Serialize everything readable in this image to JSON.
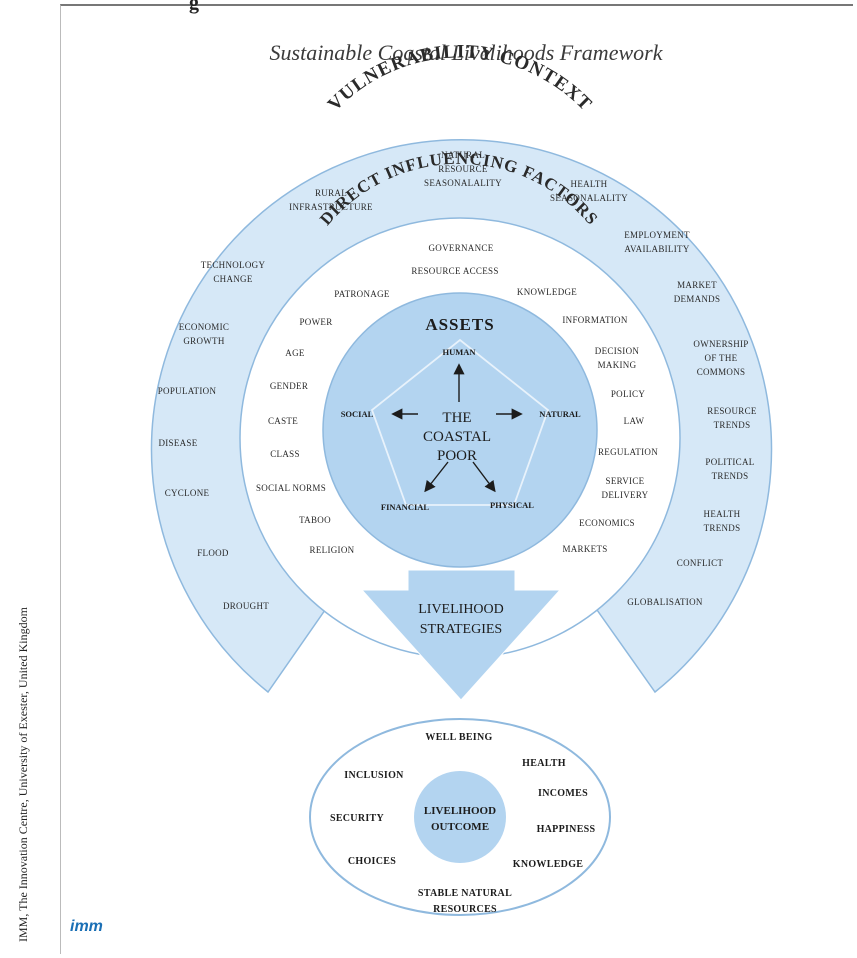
{
  "fragment_top": "g",
  "title": "Sustainable Coastal Livelihoods Framework",
  "side_caption": "IMM, The Innovation Centre, University of Exester, United Kingdom",
  "logo": "imm",
  "vulnerability": {
    "title": "VULNERABILITY CONTEXT",
    "factors": [
      "NATURAL",
      "RESOURCE",
      "SEASONALALITY",
      "RURAL",
      "INFRASTRUCTURE",
      "HEALTH",
      "SEASONALALITY",
      "EMPLOYMENT",
      "AVAILABILITY",
      "TECHNOLOGY",
      "CHANGE",
      "MARKET",
      "DEMANDS",
      "ECONOMIC",
      "GROWTH",
      "OWNERSHIP",
      "OF THE",
      "COMMONS",
      "POPULATION",
      "RESOURCE",
      "TRENDS",
      "DISEASE",
      "POLITICAL",
      "TRENDS",
      "CYCLONE",
      "HEALTH",
      "TRENDS",
      "FLOOD",
      "CONFLICT",
      "DROUGHT",
      "GLOBALISATION"
    ]
  },
  "direct": {
    "title": "DIRECT INFLUENCING FACTORS",
    "factors": [
      "GOVERNANCE",
      "RESOURCE ACCESS",
      "PATRONAGE",
      "KNOWLEDGE",
      "POWER",
      "INFORMATION",
      "AGE",
      "DECISION",
      "MAKING",
      "GENDER",
      "POLICY",
      "CASTE",
      "LAW",
      "CLASS",
      "REGULATION",
      "SOCIAL NORMS",
      "SERVICE",
      "DELIVERY",
      "TABOO",
      "ECONOMICS",
      "RELIGION",
      "MARKETS"
    ]
  },
  "assets": {
    "title": "ASSETS",
    "human": "HUMAN",
    "social": "SOCIAL",
    "natural": "NATURAL",
    "financial": "FINANCIAL",
    "physical": "PHYSICAL",
    "center": [
      "THE",
      "COASTAL",
      "POOR"
    ]
  },
  "strategies": [
    "LIVELIHOOD",
    "STRATEGIES"
  ],
  "outcome": {
    "center": [
      "LIVELIHOOD",
      "OUTCOME"
    ],
    "items": [
      "WELL BEING",
      "INCLUSION",
      "HEALTH",
      "INCOMES",
      "SECURITY",
      "HAPPINESS",
      "CHOICES",
      "KNOWLEDGE",
      "STABLE NATURAL",
      "RESOURCES"
    ]
  },
  "colors": {
    "outer_ring": "#d6e8f7",
    "inner_ring": "#ffffff",
    "center": "#b3d4f0",
    "ring_stroke": "#8fb9de",
    "text": "#2a2a2a"
  }
}
